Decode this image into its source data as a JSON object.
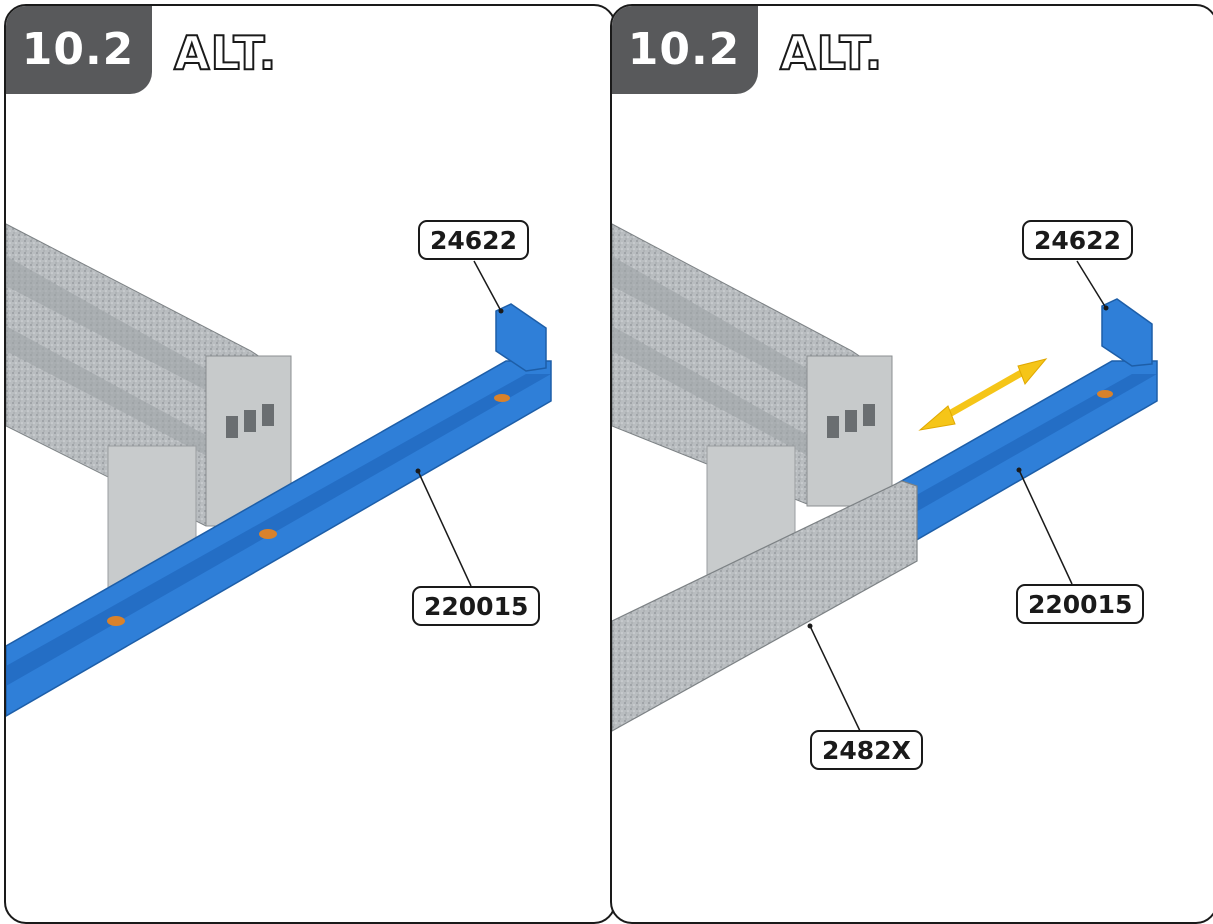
{
  "panels": [
    {
      "step": "10.2",
      "alt_label": "ALT.",
      "parts": [
        "24622",
        "220015"
      ]
    },
    {
      "step": "10.2",
      "alt_label": "ALT.",
      "parts": [
        "24622",
        "220015",
        "2482X"
      ]
    }
  ],
  "colors": {
    "beam_blue": "#2f7fd8",
    "steel_gray": "#b8bcbf",
    "tab_gray": "#58595b",
    "arrow_yellow": "#f5c518",
    "clip_orange": "#d9822b"
  }
}
